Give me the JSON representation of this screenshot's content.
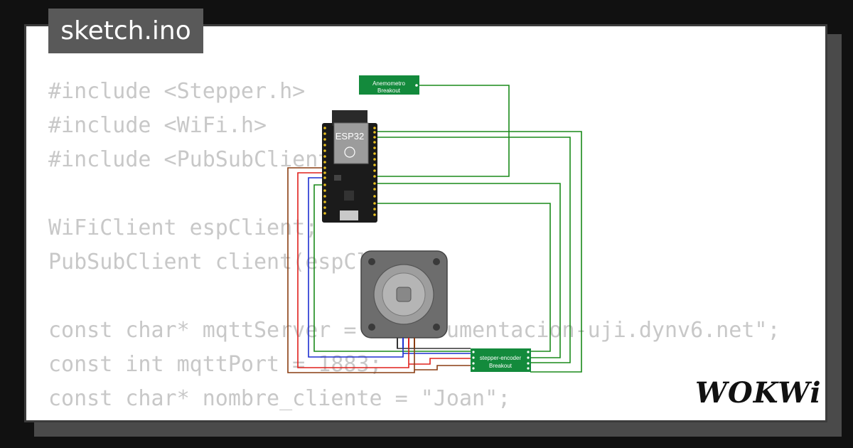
{
  "header": {
    "tab_title": "sketch.ino"
  },
  "code_lines": [
    "#include <Stepper.h>",
    "#include <WiFi.h>",
    "#include <PubSubClient.h>",
    "",
    "WiFiClient espClient;",
    "PubSubClient client(espClient);",
    "",
    "const char* mqttServer = \"instrumentacion-uji.dynv6.net\";",
    "const int mqttPort = 1883;",
    "const char* nombre_cliente = \"Joan\";"
  ],
  "diagram": {
    "anemometro_label_1": "Anemometro",
    "anemometro_label_2": "Breakout",
    "esp32_label": "ESP32",
    "encoder_label_1": "stepper-encoder",
    "encoder_label_2": "Breakout"
  },
  "brand": {
    "logo_text": "WOKWi"
  },
  "colors": {
    "wire_green": "#1a8a1a",
    "wire_red": "#e0201c",
    "wire_blue": "#1e2fd0",
    "wire_brown": "#8a3d12",
    "board_green": "#138a3c"
  }
}
